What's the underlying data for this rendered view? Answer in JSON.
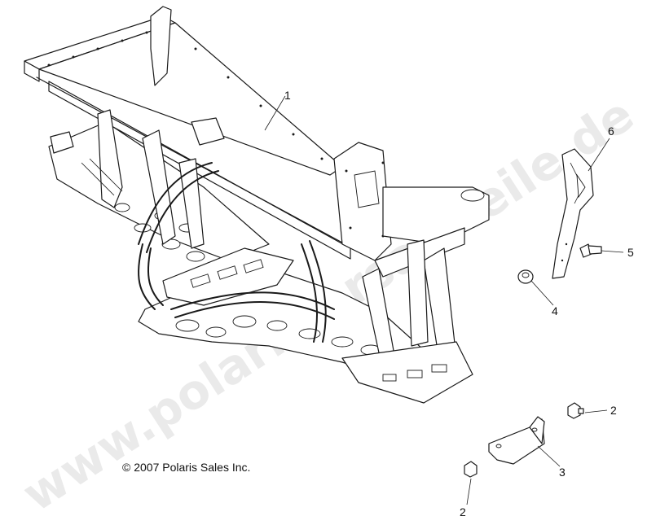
{
  "diagram": {
    "copyright": "© 2007 Polaris Sales Inc.",
    "watermark": "www.polaris-ersatzteile.de",
    "callouts": [
      {
        "id": "c1",
        "label": "1"
      },
      {
        "id": "c6",
        "label": "6"
      },
      {
        "id": "c5",
        "label": "5"
      },
      {
        "id": "c4",
        "label": "4"
      },
      {
        "id": "c2a",
        "label": "2"
      },
      {
        "id": "c3",
        "label": "3"
      },
      {
        "id": "c2b",
        "label": "2"
      }
    ]
  }
}
